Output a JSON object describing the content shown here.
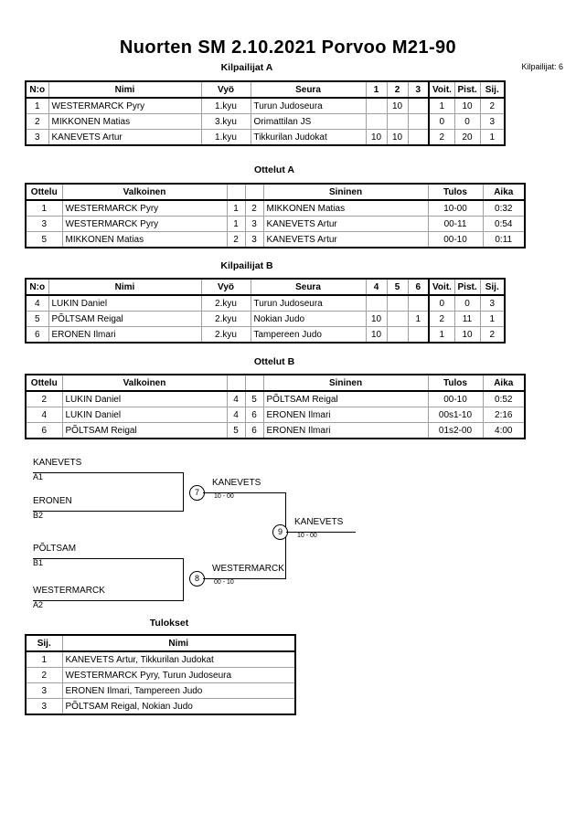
{
  "header": {
    "title": "Nuorten SM  2.10.2021  Porvoo   M21-90",
    "competitors_label": "Kilpailijat: 6"
  },
  "pool_a": {
    "caption": "Kilpailijat A",
    "columns": [
      "N:o",
      "Nimi",
      "Vyö",
      "Seura",
      "1",
      "2",
      "3",
      "Voit.",
      "Pist.",
      "Sij."
    ],
    "rows": [
      {
        "no": "1",
        "name": "WESTERMARCK Pyry",
        "belt": "1.kyu",
        "club": "Turun Judoseura",
        "m1": "",
        "m2": "10",
        "m3": "",
        "wins": "1",
        "points": "10",
        "rank": "2"
      },
      {
        "no": "2",
        "name": "MIKKONEN Matias",
        "belt": "3.kyu",
        "club": "Orimattilan JS",
        "m1": "",
        "m2": "",
        "m3": "",
        "wins": "0",
        "points": "0",
        "rank": "3"
      },
      {
        "no": "3",
        "name": "KANEVETS Artur",
        "belt": "1.kyu",
        "club": "Tikkurilan Judokat",
        "m1": "10",
        "m2": "10",
        "m3": "",
        "wins": "2",
        "points": "20",
        "rank": "1"
      }
    ]
  },
  "matches_a": {
    "caption": "Ottelut A",
    "columns": [
      "Ottelu",
      "Valkoinen",
      "",
      "",
      "Sininen",
      "Tulos",
      "Aika"
    ],
    "rows": [
      {
        "no": "1",
        "white": "WESTERMARCK Pyry",
        "wn": "1",
        "bn": "2",
        "blue": "MIKKONEN Matias",
        "result": "10-00",
        "time": "0:32"
      },
      {
        "no": "3",
        "white": "WESTERMARCK Pyry",
        "wn": "1",
        "bn": "3",
        "blue": "KANEVETS Artur",
        "result": "00-11",
        "time": "0:54"
      },
      {
        "no": "5",
        "white": "MIKKONEN Matias",
        "wn": "2",
        "bn": "3",
        "blue": "KANEVETS Artur",
        "result": "00-10",
        "time": "0:11"
      }
    ]
  },
  "pool_b": {
    "caption": "Kilpailijat B",
    "columns": [
      "N:o",
      "Nimi",
      "Vyö",
      "Seura",
      "4",
      "5",
      "6",
      "Voit.",
      "Pist.",
      "Sij."
    ],
    "rows": [
      {
        "no": "4",
        "name": "LUKIN Daniel",
        "belt": "2.kyu",
        "club": "Turun Judoseura",
        "m1": "",
        "m2": "",
        "m3": "",
        "wins": "0",
        "points": "0",
        "rank": "3"
      },
      {
        "no": "5",
        "name": "PÕLTSAM Reigal",
        "belt": "2.kyu",
        "club": "Nokian Judo",
        "m1": "10",
        "m2": "",
        "m3": "1",
        "wins": "2",
        "points": "11",
        "rank": "1"
      },
      {
        "no": "6",
        "name": "ERONEN Ilmari",
        "belt": "2.kyu",
        "club": "Tampereen Judo",
        "m1": "10",
        "m2": "",
        "m3": "",
        "wins": "1",
        "points": "10",
        "rank": "2"
      }
    ]
  },
  "matches_b": {
    "caption": "Ottelut B",
    "columns": [
      "Ottelu",
      "Valkoinen",
      "",
      "",
      "Sininen",
      "Tulos",
      "Aika"
    ],
    "rows": [
      {
        "no": "2",
        "white": "LUKIN Daniel",
        "wn": "4",
        "bn": "5",
        "blue": "PÕLTSAM Reigal",
        "result": "00-10",
        "time": "0:52"
      },
      {
        "no": "4",
        "white": "LUKIN Daniel",
        "wn": "4",
        "bn": "6",
        "blue": "ERONEN Ilmari",
        "result": "00s1-10",
        "time": "2:16"
      },
      {
        "no": "6",
        "white": "PÕLTSAM Reigal",
        "wn": "5",
        "bn": "6",
        "blue": "ERONEN Ilmari",
        "result": "01s2-00",
        "time": "4:00"
      }
    ]
  },
  "bracket": {
    "entries": [
      {
        "name": "KANEVETS",
        "seed": "A1"
      },
      {
        "name": "ERONEN",
        "seed": "B2"
      },
      {
        "name": "PÕLTSAM",
        "seed": "B1"
      },
      {
        "name": "WESTERMARCK",
        "seed": "A2"
      }
    ],
    "semifinal_top": {
      "node": "7",
      "winner": "KANEVETS",
      "score": "10 - 00"
    },
    "semifinal_bottom": {
      "node": "8",
      "winner": "WESTERMARCK",
      "score": "00 - 10"
    },
    "final": {
      "node": "9",
      "winner": "KANEVETS",
      "score": "10 - 00"
    }
  },
  "results": {
    "caption": "Tulokset",
    "columns": [
      "Sij.",
      "Nimi"
    ],
    "rows": [
      {
        "rank": "1",
        "name": "KANEVETS Artur, Tikkurilan Judokat"
      },
      {
        "rank": "2",
        "name": "WESTERMARCK Pyry, Turun Judoseura"
      },
      {
        "rank": "3",
        "name": "ERONEN Ilmari, Tampereen Judo"
      },
      {
        "rank": "3",
        "name": "PÕLTSAM Reigal, Nokian Judo"
      }
    ]
  }
}
